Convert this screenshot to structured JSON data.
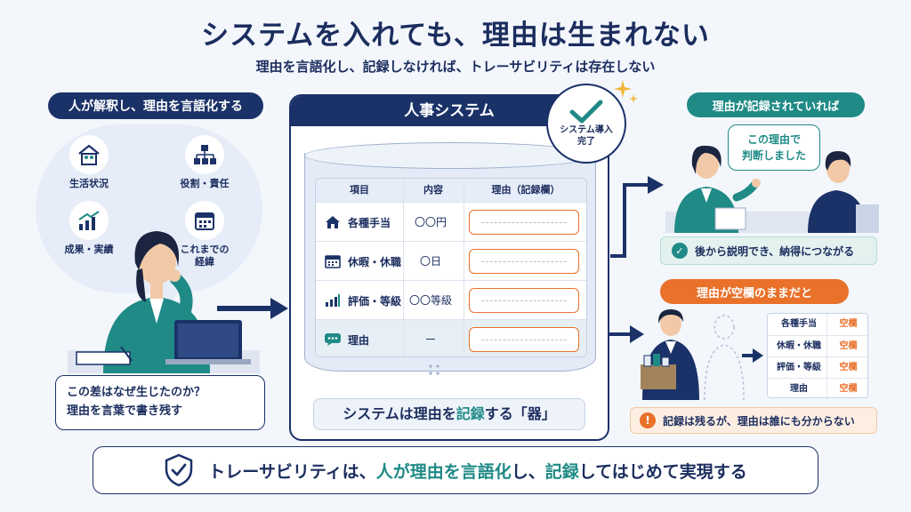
{
  "header": {
    "title": "システムを入れても、理由は生まれない",
    "subtitle": "理由を言語化し、記録しなければ、トレーサビリティは存在しない"
  },
  "left": {
    "label": "人が解釈し、理由を言語化する",
    "factors": [
      {
        "label": "生活状況",
        "icon": "house-family-icon"
      },
      {
        "label": "役割・責任",
        "icon": "org-chart-icon"
      },
      {
        "label": "成果・実績",
        "icon": "growth-chart-icon"
      },
      {
        "label": "これまでの\n経緯",
        "icon": "calendar-icon"
      }
    ],
    "speech_line1": "この差はなぜ生じたのか？",
    "speech_line2": "理由を言葉で書き残す"
  },
  "system": {
    "header": "人事システム",
    "badge_line1": "システム導入",
    "badge_line2": "完了",
    "table_headers": [
      "項目",
      "内容",
      "理由（記録欄）"
    ],
    "rows": [
      {
        "item": "各種手当",
        "value": "〇〇円",
        "icon": "home-icon"
      },
      {
        "item": "休暇・休職",
        "value": "〇日",
        "icon": "calendar-icon"
      },
      {
        "item": "評価・等級",
        "value": "〇〇等級",
        "icon": "bar-chart-icon"
      },
      {
        "item": "理由",
        "value": "ー",
        "icon": "chat-icon"
      }
    ],
    "vessel_pre": "システムは理由を",
    "vessel_accent": "記録",
    "vessel_post": "する「器」"
  },
  "right": {
    "recorded_label": "理由が記録されていれば",
    "bubble_line1": "この理由で",
    "bubble_line2": "判断しました",
    "ok_text": "後から説明でき、納得につながる",
    "blank_label": "理由が空欄のままだと",
    "mini_rows": [
      {
        "k": "各種手当",
        "v": "空欄"
      },
      {
        "k": "休暇・休職",
        "v": "空欄"
      },
      {
        "k": "評価・等級",
        "v": "空欄"
      },
      {
        "k": "理由",
        "v": "空欄"
      }
    ],
    "warn_text": "記録は残るが、理由は誰にも分からない"
  },
  "footer": {
    "pre": "トレーサビリティは、",
    "accent1": "人が理由を言語化",
    "mid": "し、",
    "accent2": "記録",
    "post": "してはじめて実現する"
  },
  "colors": {
    "navy": "#1b3268",
    "teal": "#1f8a86",
    "orange": "#e9712a"
  }
}
